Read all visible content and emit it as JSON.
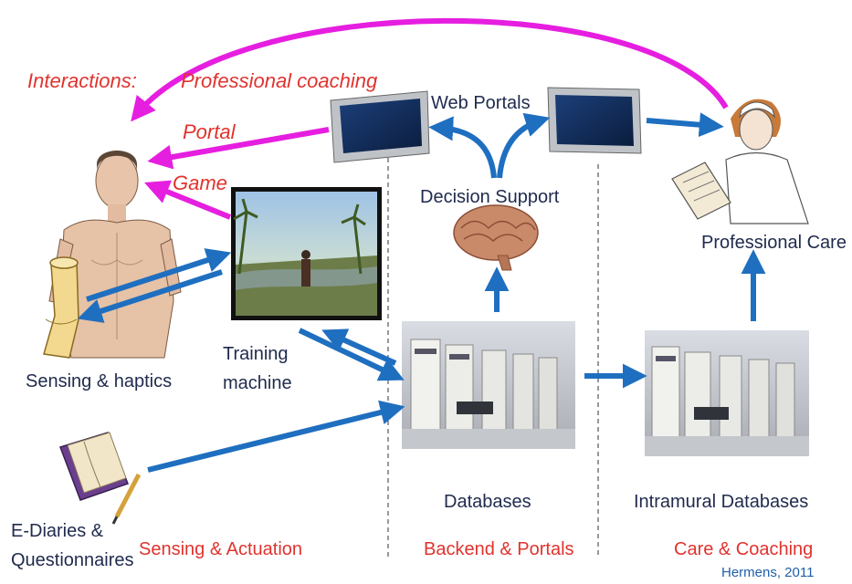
{
  "labels": {
    "interactions": "Interactions:",
    "professional_coaching": "Professional coaching",
    "portal": "Portal",
    "game": "Game",
    "web_portals": "Web Portals",
    "decision_support": "Decision Support",
    "professional_care": "Professional Care",
    "sensing_haptics": "Sensing & haptics",
    "training_machine_line1": "Training",
    "training_machine_line2": "machine",
    "e_diaries_line1": "E-Diaries &",
    "e_diaries_line2": "Questionnaires",
    "databases": "Databases",
    "intramural_databases": "Intramural Databases"
  },
  "sections": {
    "sensing": "Sensing & Actuation",
    "backend": "Backend & Portals",
    "care": "Care & Coaching"
  },
  "credit": "Hermens, 2011",
  "colors": {
    "interaction_arrow": "#e61ee0",
    "data_arrow": "#1f6fc0",
    "label_red": "#e0332e",
    "label_navy": "#1f2a4d"
  },
  "icons": [
    "human-body-icon",
    "haptic-sleeve-icon",
    "monitor-icon",
    "brain-icon",
    "nurse-icon",
    "server-room-icon",
    "diary-icon",
    "game-screen-icon"
  ]
}
